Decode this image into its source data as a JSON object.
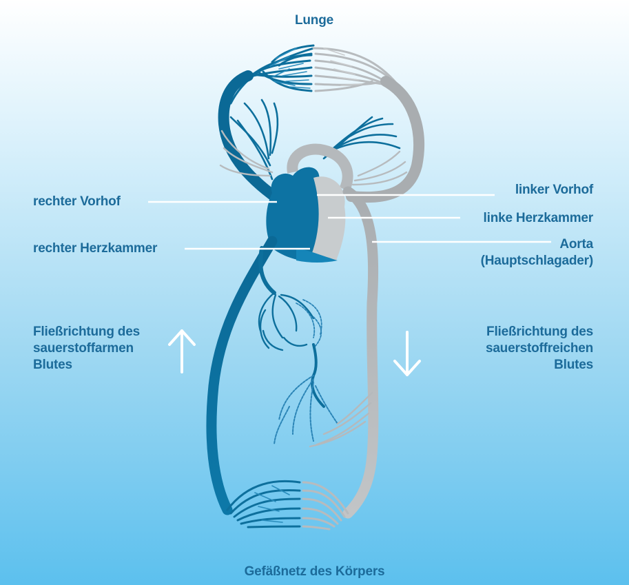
{
  "title": "Lunge",
  "bottom_label": "Gefäßnetz des Körpers",
  "labels": {
    "rechter_vorhof": "rechter Vorhof",
    "rechter_herzkammer": "rechter Herzkammer",
    "linker_vorhof": "linker Vorhof",
    "linke_herzkammer": "linke Herzkammer",
    "aorta_line1": "Aorta",
    "aorta_line2": "(Hauptschlagader)"
  },
  "flow": {
    "sauerstoffarm": [
      "Fließrichtung des",
      "sauerstoffarmen",
      "Blutes"
    ],
    "sauerstoffreich": [
      "Fließrichtung des",
      "sauerstoffreichen",
      "Blutes"
    ]
  },
  "colors": {
    "text": "#1c6b9a",
    "deoxygenated_blood": "#0d6f9c",
    "oxygenated_blood": "#b9bdc0",
    "arrows": "#ffffff",
    "background_top": "#ffffff",
    "background_bottom": "#5cc0ee"
  },
  "icons": {
    "arrow_up": "arrow-up-icon",
    "arrow_down": "arrow-down-icon"
  }
}
